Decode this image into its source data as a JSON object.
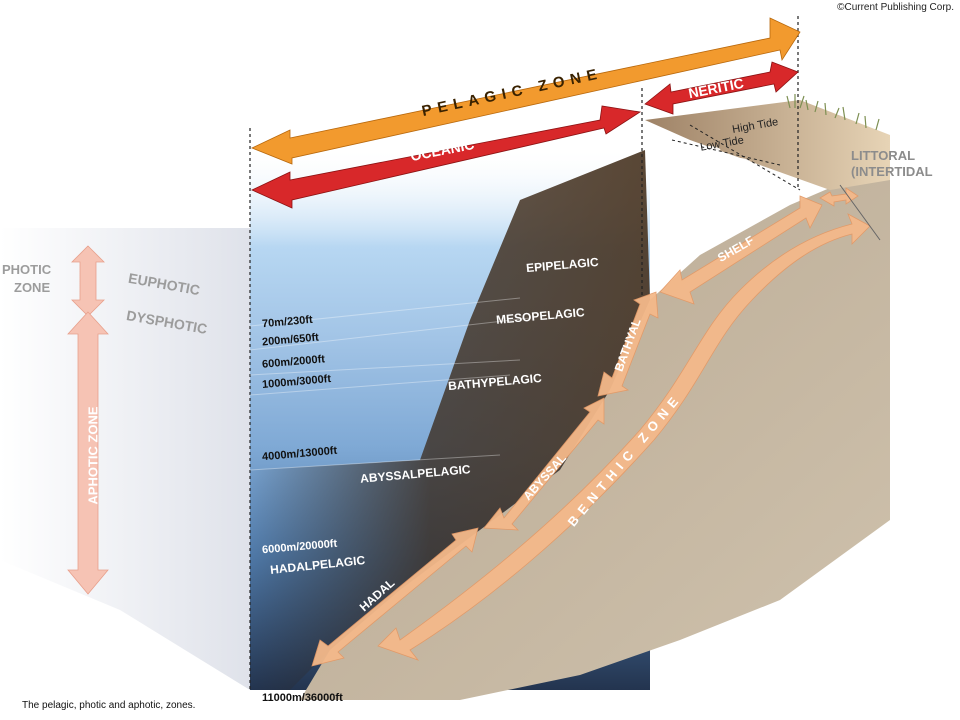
{
  "copyright": "©Current Publishing Corp.",
  "caption": "The pelagic, photic and aphotic, zones.",
  "top_arrows": {
    "pelagic": "PELAGIC ZONE",
    "oceanic": "OCEANIC",
    "neritic": "NERITIC"
  },
  "tides": {
    "high": "High Tide",
    "low": "Low Tide"
  },
  "littoral": {
    "line1": "LITTORAL",
    "line2": "(INTERTIDAL"
  },
  "light_zones": {
    "photic_line1": "PHOTIC",
    "photic_line2": "ZONE",
    "euphotic": "EUPHOTIC",
    "dysphotic": "DYSPHOTIC",
    "aphotic": "APHOTIC ZONE"
  },
  "depths": [
    "70m/230ft",
    "200m/650ft",
    "600m/2000ft",
    "1000m/3000ft",
    "4000m/13000ft",
    "6000m/20000ft",
    "11000m/36000ft"
  ],
  "pelagic_layers": [
    "EPIPELAGIC",
    "MESOPELAGIC",
    "BATHYPELAGIC",
    "ABYSSALPELAGIC",
    "HADALPELAGIC"
  ],
  "benthic": {
    "shelf": "SHELF",
    "bathyal": "BATHYAL",
    "abyssal": "ABYSSAL",
    "hadal": "HADAL",
    "zone": "BENTHIC ZONE"
  },
  "colors": {
    "pelagic_arrow": "#f29a2e",
    "oceanic_arrow": "#d8282a",
    "neritic_arrow": "#d8282a",
    "water_top": "#b9d8f0",
    "water_deep": "#1f3a5c",
    "seafloor": "#cdbfa9",
    "benthic_arrow": "#f4b98a"
  }
}
